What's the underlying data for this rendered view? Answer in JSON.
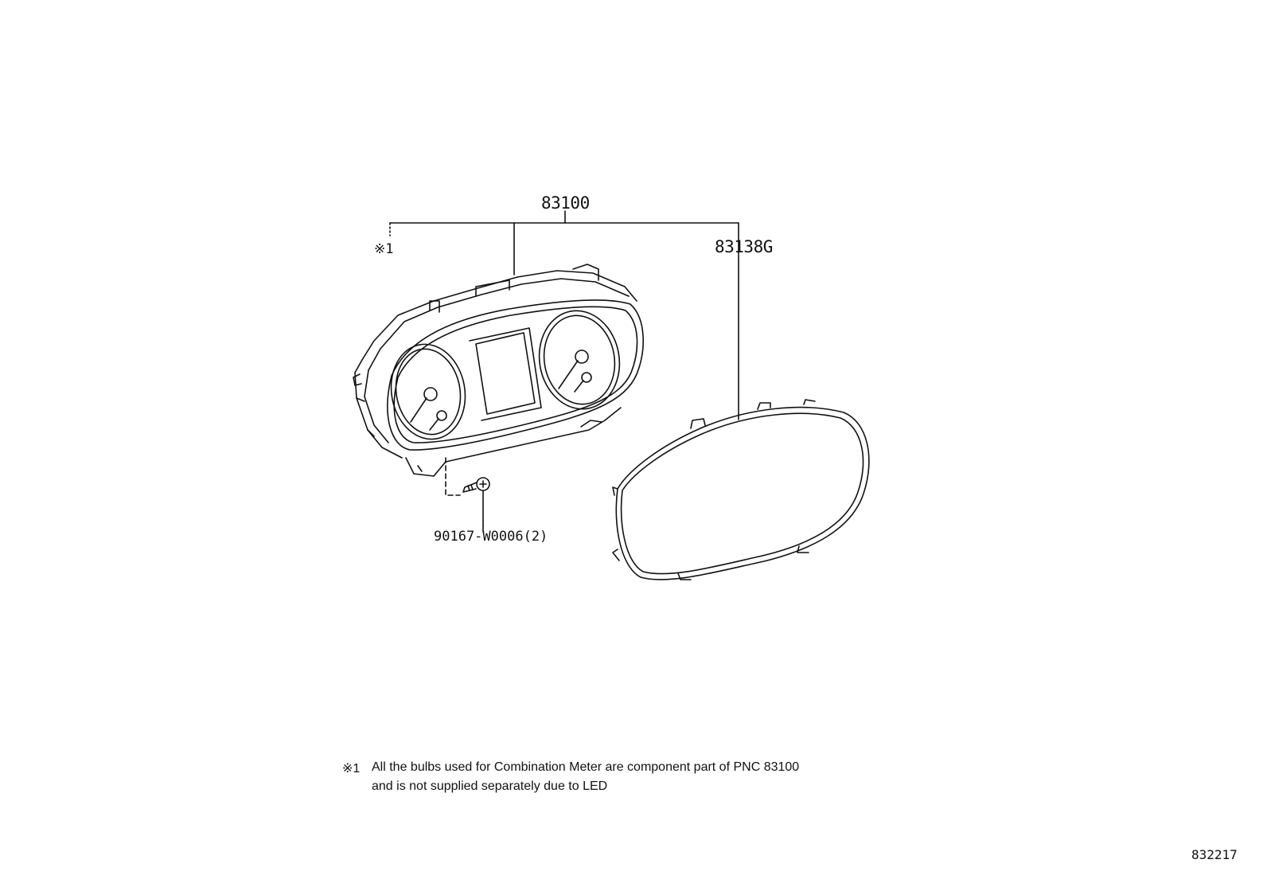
{
  "labels": {
    "part_main": "83100",
    "part_lens": "83138G",
    "note_marker": "※1",
    "screw": "90167-W0006(2)"
  },
  "footnote": {
    "marker": "※1",
    "line1": "All the bulbs used for Combination Meter are component part of PNC 83100",
    "line2": "and is not supplied separately due to LED"
  },
  "diagram_id": "832217"
}
